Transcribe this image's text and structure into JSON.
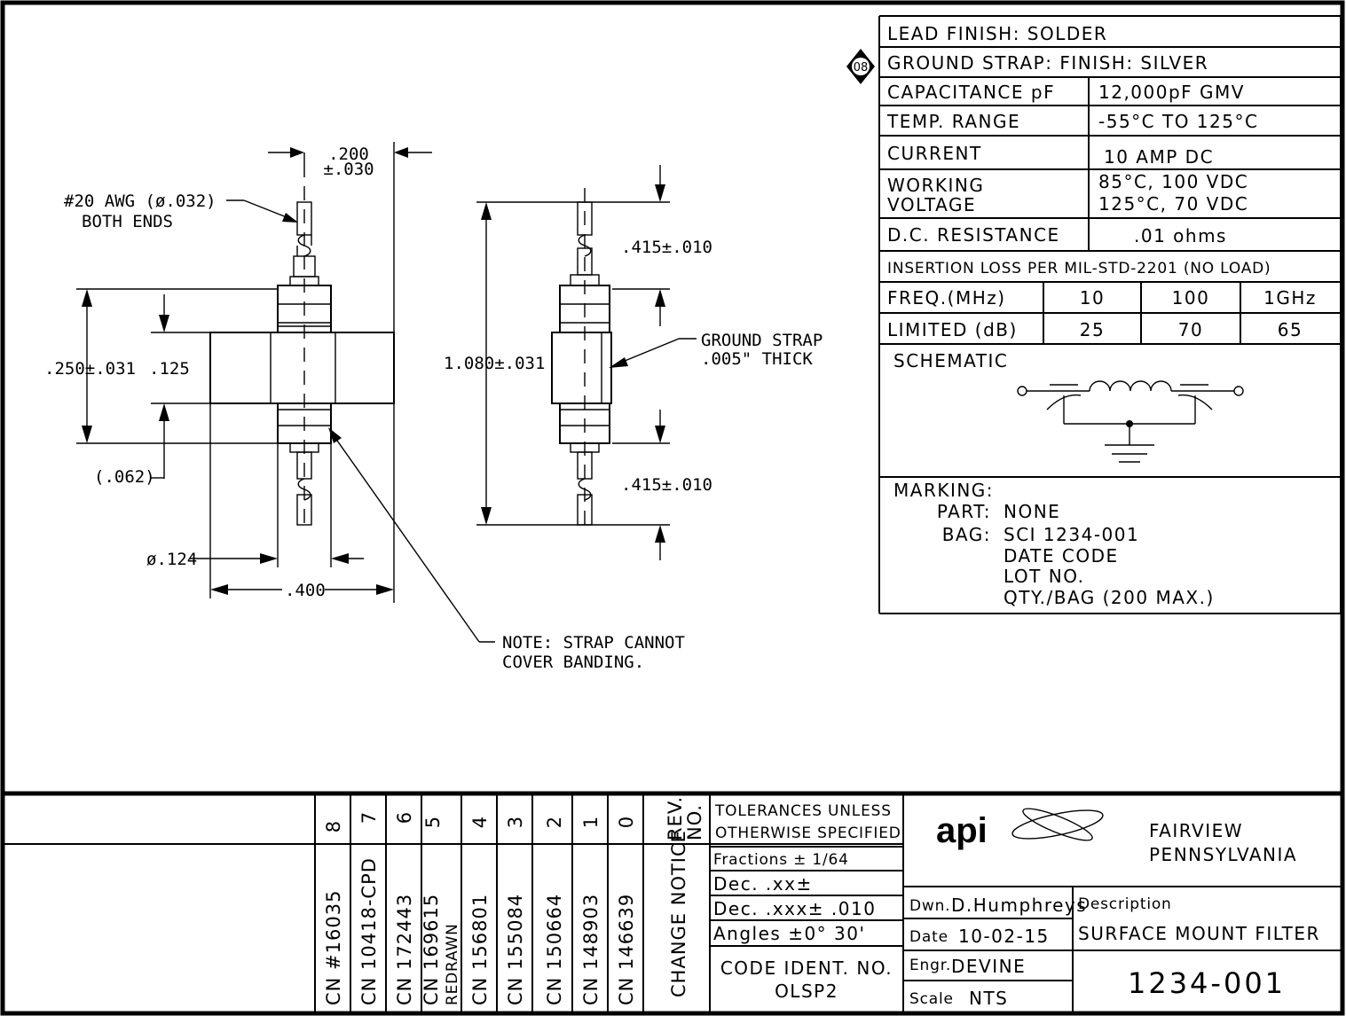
{
  "spec_table": {
    "lead_finish": "LEAD FINISH:  SOLDER",
    "rev_flag": "08",
    "ground_strap": "GROUND STRAP: FINISH: SILVER",
    "capacitance_label": "CAPACITANCE pF",
    "capacitance_value": "12,000pF GMV",
    "temp_label": "TEMP. RANGE",
    "temp_value": "-55°C TO 125°C",
    "current_label": "CURRENT",
    "current_value": "10 AMP DC",
    "working_label_1": "WORKING",
    "working_label_2": "VOLTAGE",
    "working_value_1": "85°C, 100 VDC",
    "working_value_2": "125°C, 70 VDC",
    "dcr_label": "D.C. RESISTANCE",
    "dcr_value": ".01 ohms",
    "insertion_loss": "INSERTION LOSS PER MIL-STD-2201 (NO LOAD)",
    "freq_label": "FREQ.(MHz)",
    "freq_values": [
      "10",
      "100",
      "1GHz"
    ],
    "limited_label": "LIMITED (dB)",
    "limited_values": [
      "25",
      "70",
      "65"
    ],
    "schematic_label": "SCHEMATIC"
  },
  "marking": {
    "title": "MARKING:",
    "part_label": "PART:",
    "part_value": "NONE",
    "bag_label": "BAG:",
    "bag_lines": [
      "SCI 1234-001",
      "DATE CODE",
      "LOT NO.",
      "QTY./BAG (200 MAX.)"
    ]
  },
  "drawing": {
    "dim_200": ".200",
    "dim_030": "±.030",
    "awg_1": "#20 AWG (ø.032)",
    "awg_2": "BOTH ENDS",
    "dim_250": ".250±.031",
    "dim_125": ".125",
    "dim_062": "(.062)",
    "dim_124": "ø.124",
    "dim_400": ".400",
    "dim_1080": "1.080±.031",
    "dim_415_top": ".415±.010",
    "dim_415_bot": ".415±.010",
    "strap_1": "GROUND STRAP",
    "strap_2": ".005\" THICK",
    "note_1": "NOTE: STRAP CANNOT",
    "note_2": "COVER BANDING."
  },
  "revisions": {
    "rev_numbers": [
      "8",
      "7",
      "6",
      "5",
      "4",
      "3",
      "2",
      "1",
      "0"
    ],
    "change_notices": [
      "CN #16035",
      "CN 10418-CPD",
      "CN 172443",
      "CN 169615",
      "CN 156801",
      "CN 155084",
      "CN 150664",
      "CN 148903",
      "CN 146639"
    ],
    "redrawn": "REDRAWN",
    "rev_no_1": "REV.",
    "rev_no_2": "NO.",
    "change_notice_label": "CHANGE NOTICE"
  },
  "tolerances": {
    "title_1": "TOLERANCES UNLESS",
    "title_2": "OTHERWISE SPECIFIED",
    "fractions": "Fractions ± 1/64",
    "dec_xx": "Dec.  .xx±",
    "dec_xxx": "Dec.  .xxx± .010",
    "angles": "Angles  ±0° 30'",
    "code_ident": "CODE IDENT. NO.",
    "code_value": "OLSP2"
  },
  "title_block": {
    "logo": "api",
    "city": "FAIRVIEW",
    "state": "PENNSYLVANIA",
    "dwn_label": "Dwn.",
    "dwn_value": "D.Humphreys",
    "date_label": "Date",
    "date_value": "10-02-15",
    "engr_label": "Engr.",
    "engr_value": "DEVINE",
    "scale_label": "Scale",
    "scale_value": "NTS",
    "description_label": "Description",
    "description_value": "SURFACE MOUNT FILTER",
    "part_number": "1234-001"
  }
}
